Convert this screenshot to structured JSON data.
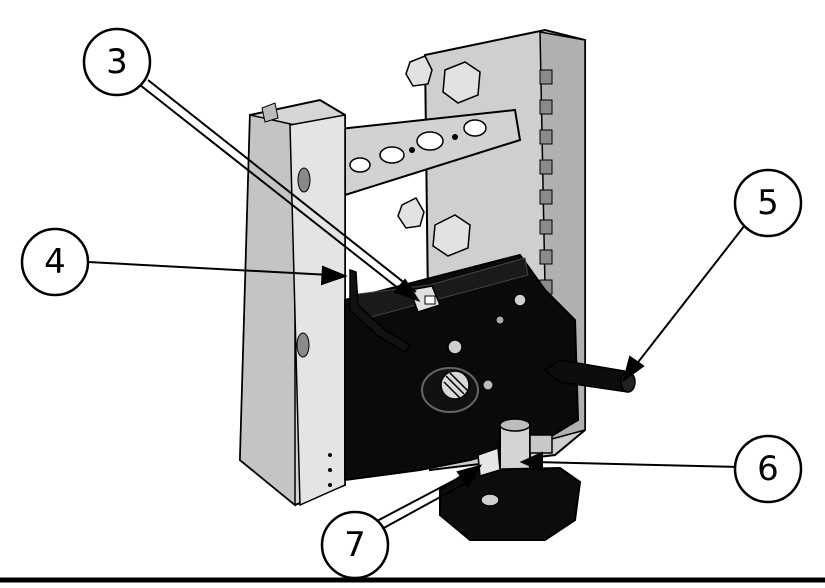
{
  "diagram": {
    "callouts": [
      {
        "label": "3"
      },
      {
        "label": "4"
      },
      {
        "label": "5"
      },
      {
        "label": "6"
      },
      {
        "label": "7"
      }
    ]
  },
  "colors": {
    "metal_light": "#d8d8d8",
    "metal_mid": "#b8b8b8",
    "metal_dark": "#8c8c8c",
    "black": "#000000",
    "background": "#ffffff"
  }
}
